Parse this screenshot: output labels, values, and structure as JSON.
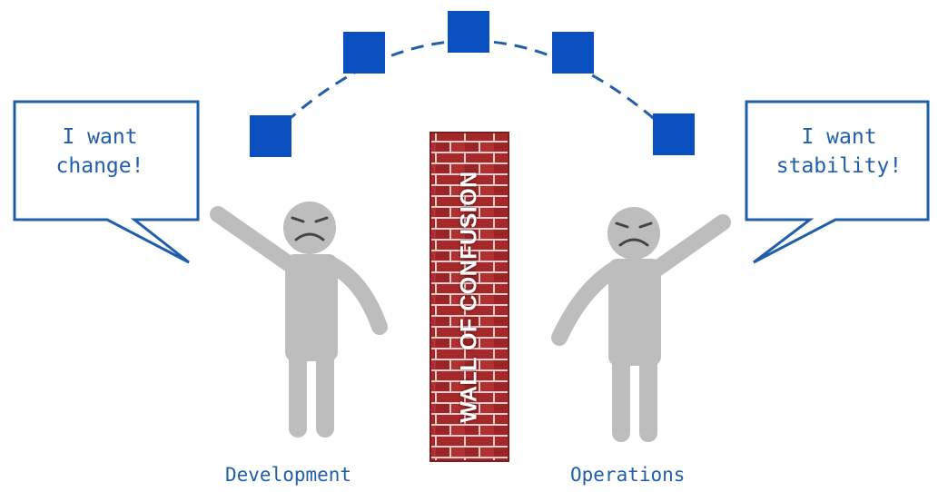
{
  "dev_bubble": {
    "line1": "I want",
    "line2": "change!"
  },
  "ops_bubble": {
    "line1": "I want",
    "line2": "stability!"
  },
  "wall": {
    "label": "WALL OF CONFUSION"
  },
  "labels": {
    "development": "Development",
    "operations": "Operations"
  },
  "colors": {
    "accent_blue": "#1f5faa",
    "block_blue": "#0b50c0",
    "figure_gray": "#bdbdbd",
    "brick_red": "#a52a2a",
    "mortar": "#e6c9c9"
  },
  "icons": {
    "dev_face": "sad-face-icon",
    "ops_face": "sad-face-icon"
  },
  "blocks_count_shown": 5
}
